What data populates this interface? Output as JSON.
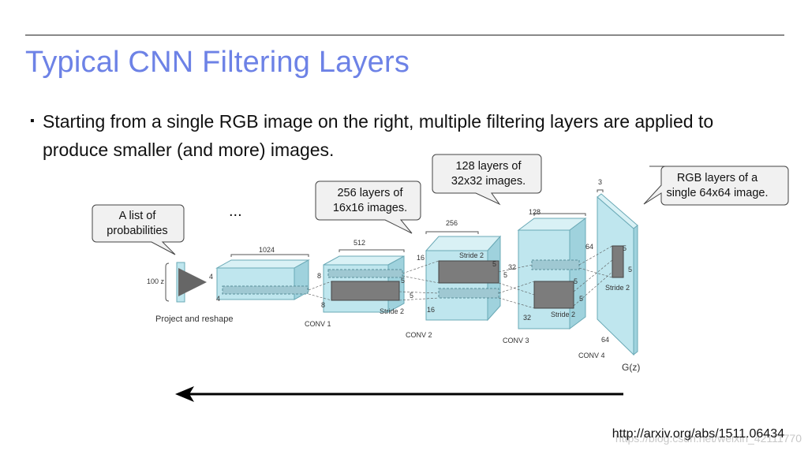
{
  "slide": {
    "title": "Typical CNN Filtering Layers",
    "bullet_marker": "▪",
    "bullet": "Starting from a single RGB image on the right, multiple filtering layers are applied to produce smaller (and more) images.",
    "source_url": "http://arxiv.org/abs/1511.06434",
    "watermark": "https://blog.csdn.net/weixin_42111770"
  },
  "callouts": {
    "probabilities": [
      "A list of",
      "probabilities"
    ],
    "layers16": [
      "256 layers of",
      "16x16 images."
    ],
    "layers32": [
      "128 layers of",
      "32x32 images."
    ],
    "rgb": [
      "RGB layers of a",
      "single 64x64 image."
    ]
  },
  "diagram": {
    "ellipsis": "...",
    "z_label": "100 z",
    "project_label": "Project and reshape",
    "conv1": "CONV 1",
    "conv2": "CONV 2",
    "conv3": "CONV 3",
    "conv4": "CONV 4",
    "gz": "G(z)",
    "dim_1024": "1024",
    "dim_512": "512",
    "dim_256": "256",
    "dim_128": "128",
    "dim_3": "3",
    "dim_4a": "4",
    "dim_4b": "4",
    "dim_8a": "8",
    "dim_8b": "8",
    "dim_16a": "16",
    "dim_16b": "16",
    "dim_32a": "32",
    "dim_32b": "32",
    "dim_64a": "64",
    "dim_64b": "64",
    "k5": "5",
    "stride2": "Stride 2"
  },
  "colors": {
    "title": "#6d82e6",
    "block_front": "#bfe6ee",
    "block_top": "#d9f1f5",
    "block_side": "#9fd2dd",
    "kernel": "#7c7c7c",
    "arrow": "#000000"
  }
}
